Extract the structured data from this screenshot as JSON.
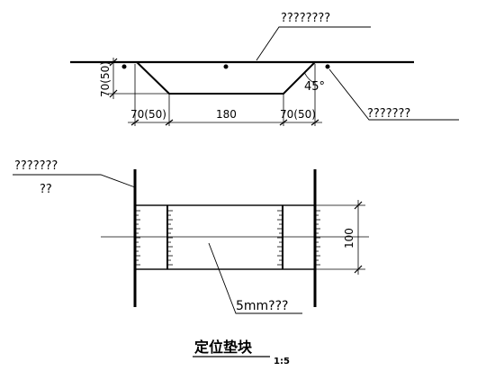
{
  "drawing": {
    "title": "定位垫块",
    "scale": "1:5"
  },
  "section": {
    "callout_top": "????????",
    "callout_right": "???????",
    "dim_height": "70(50)",
    "dim_left": "70(50)",
    "dim_middle": "180",
    "dim_right": "70(50)",
    "angle": "45°"
  },
  "plan": {
    "callout_left_line1": "???????",
    "callout_left_line2": "??",
    "callout_bottom": "5mm???",
    "dim_width": "100"
  }
}
